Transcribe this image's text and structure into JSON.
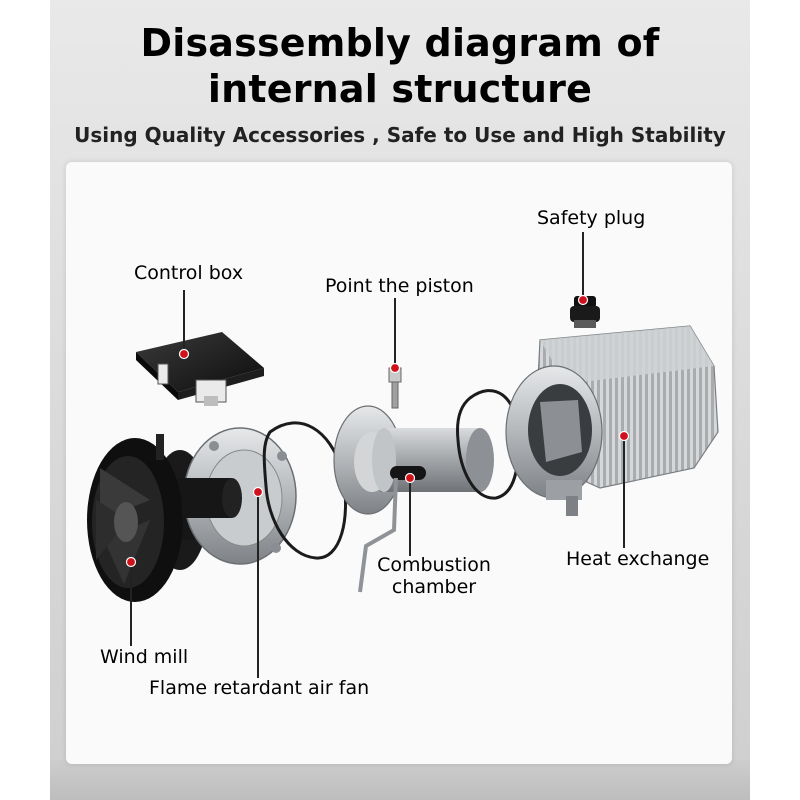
{
  "title_line1": "Disassembly diagram of",
  "title_line2": "internal structure",
  "subtitle": "Using Quality Accessories , Safe to Use and High Stability",
  "labels": {
    "safety_plug": "Safety plug",
    "control_box": "Control box",
    "point_piston": "Point the piston",
    "combustion_line1": "Combustion",
    "combustion_line2": "chamber",
    "heat_exchange": "Heat exchange",
    "wind_mill": "Wind mill",
    "air_fan": "Flame retardant air fan"
  },
  "colors": {
    "marker": "#d0101a",
    "leader": "#222222",
    "part_dark": "#151515",
    "metal": "#b9bcbf"
  }
}
